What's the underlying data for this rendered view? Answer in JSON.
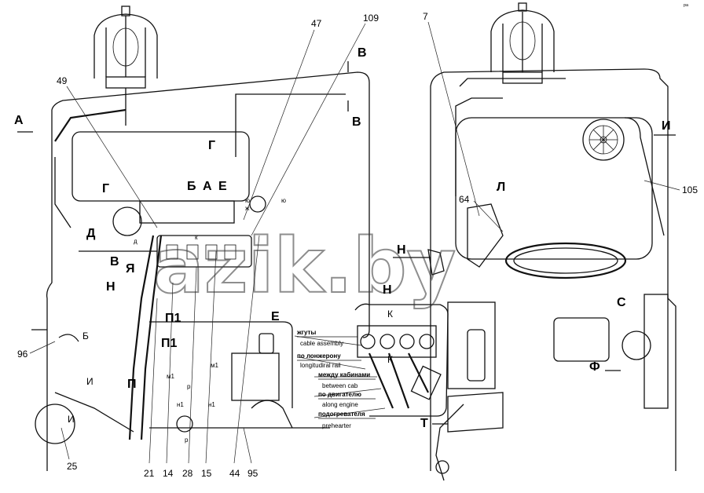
{
  "watermark": "azik.by",
  "corner_mark": "ᵖᵃ",
  "callouts": {
    "n49": "49",
    "n47": "47",
    "n109": "109",
    "n7": "7",
    "n105": "105",
    "n64": "64",
    "n96": "96",
    "n25": "25",
    "n21": "21",
    "n14": "14",
    "n28": "28",
    "n15": "15",
    "n44": "44",
    "n95": "95"
  },
  "views": {
    "A": "А",
    "V": "В",
    "V2": "В",
    "G": "Г",
    "G2": "Г",
    "B": "Б",
    "A2": "А",
    "E": "Е",
    "D": "Д",
    "V3": "В",
    "YA": "Я",
    "N": "Н",
    "P1a": "П1",
    "P1b": "П1",
    "P": "П",
    "B2": "Б",
    "I": "И",
    "I2": "И",
    "E2": "Е",
    "L": "Л",
    "I3": "И",
    "N2": "Н",
    "N3": "Н",
    "K": "К",
    "K2": "К",
    "S": "С",
    "F": "Ф",
    "T": "Т"
  },
  "small_marks": {
    "m1": "м1",
    "m1b": "м1",
    "r": "р",
    "r2": "р",
    "n1": "н1",
    "n1b": "н1",
    "zh": "ж",
    "yu": "ю",
    "yu2": "ю",
    "d": "д",
    "k": "к"
  },
  "legend": [
    {
      "ru": "жгуты",
      "en": "cable assembly"
    },
    {
      "ru": "по лонжерону",
      "en": "longitudiral rail"
    },
    {
      "ru": "между кабинами",
      "en": "between cab"
    },
    {
      "ru": "по двигателю",
      "en": "along engine"
    },
    {
      "ru": "подогревателя",
      "en": "prehearter"
    }
  ]
}
